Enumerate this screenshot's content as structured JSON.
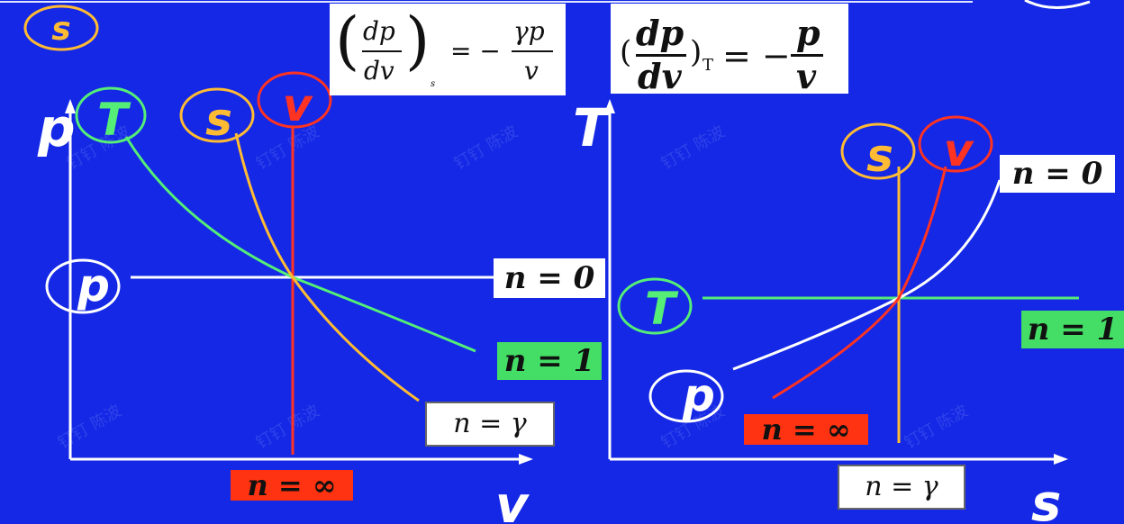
{
  "corner_label": "s",
  "left_formula": {
    "lhs_num": "dp",
    "lhs_den": "dv",
    "sub": "s",
    "eq": "= −",
    "rhs_num": "γp",
    "rhs_den": "v"
  },
  "right_formula": {
    "lhs_open": "(",
    "lhs_num": "dp",
    "lhs_den": "dv",
    "lhs_close": ")",
    "sub": "T",
    "eq": "= −",
    "rhs_num": "p",
    "rhs_den": "v"
  },
  "left_diagram": {
    "y_axis_label": "p",
    "x_axis_label": "v",
    "curve_labels": {
      "T": "T",
      "s": "s",
      "v": "v",
      "p": "p"
    },
    "n_labels": {
      "n0": "n = 0",
      "n1": "n = 1",
      "ngamma": "n = γ",
      "ninf": "n = ∞"
    }
  },
  "right_diagram": {
    "y_axis_label": "T",
    "x_axis_label": "s",
    "curve_labels": {
      "s": "s",
      "v": "v",
      "T": "T",
      "p": "p"
    },
    "n_labels": {
      "n0": "n = 0",
      "n1": "n = 1",
      "ninf": "n = ∞",
      "ngamma": "n = γ"
    }
  },
  "watermark_text": "钉钉 陈波",
  "colors": {
    "background": "#1428e6",
    "isotherm": "#55ee77",
    "isentropic": "#ffbb33",
    "isochoric": "#ff3322",
    "isobaric": "#ffffff",
    "n1_box": "#44dd66",
    "ninf_box": "#ff3311"
  }
}
